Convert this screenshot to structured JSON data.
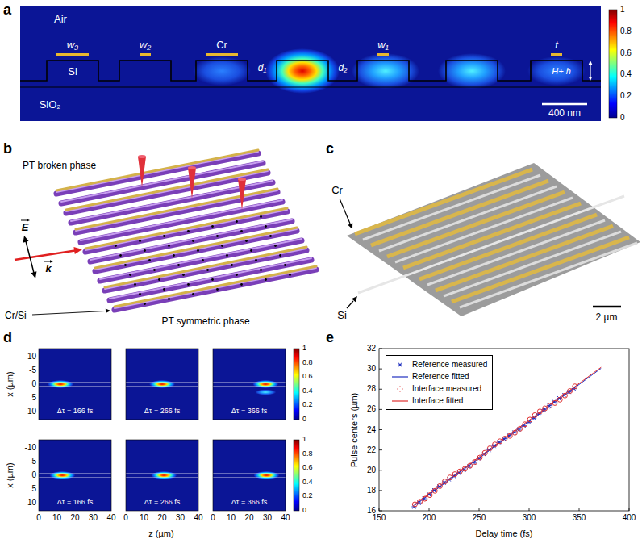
{
  "diagram": {
    "labels": [
      "a",
      "Air",
      "w₃",
      "w₂",
      "Cr",
      "Si",
      "d₁",
      "d₂",
      "w₁",
      "t",
      "H+ h",
      "SiO₂",
      "400 nm",
      "1",
      "0.8",
      "0.6",
      "0.4",
      "0.2",
      "0",
      "b",
      "PT broken phase",
      "PT symmetric phase",
      "Cr/Si",
      "k",
      "E",
      "c",
      "Cr",
      "Si",
      "2 µm",
      "d",
      "-10",
      "-5",
      "0",
      "5",
      "10",
      "-10",
      "-5",
      "0",
      "5",
      "10",
      "x (µm)",
      "x (µm)",
      "Δτ = 166 fs",
      "Δτ = 266 fs",
      "Δτ = 366 fs",
      "Δτ = 166 fs",
      "Δτ = 266 fs",
      "Δτ = 366 fs",
      "0",
      "10",
      "20",
      "30",
      "40",
      "0",
      "10",
      "20",
      "30",
      "40",
      "0",
      "10",
      "20",
      "30",
      "40",
      "z (µm)",
      "1",
      "0.8",
      "0.6",
      "0.4",
      "0.2",
      "0",
      "1",
      "0.8",
      "0.6",
      "0.4",
      "0.2",
      "0",
      "e",
      "16",
      "18",
      "20",
      "22",
      "24",
      "26",
      "28",
      "30",
      "32",
      "150",
      "200",
      "250",
      "300",
      "350",
      "400",
      "Pulse centers (µm)",
      "Delay time (fs)"
    ],
    "legend": [
      {
        "text": "Reference measured"
      },
      {
        "text": "Reference fitted"
      },
      {
        "text": "Interface measured"
      },
      {
        "text": "Interface fitted"
      }
    ]
  }
}
